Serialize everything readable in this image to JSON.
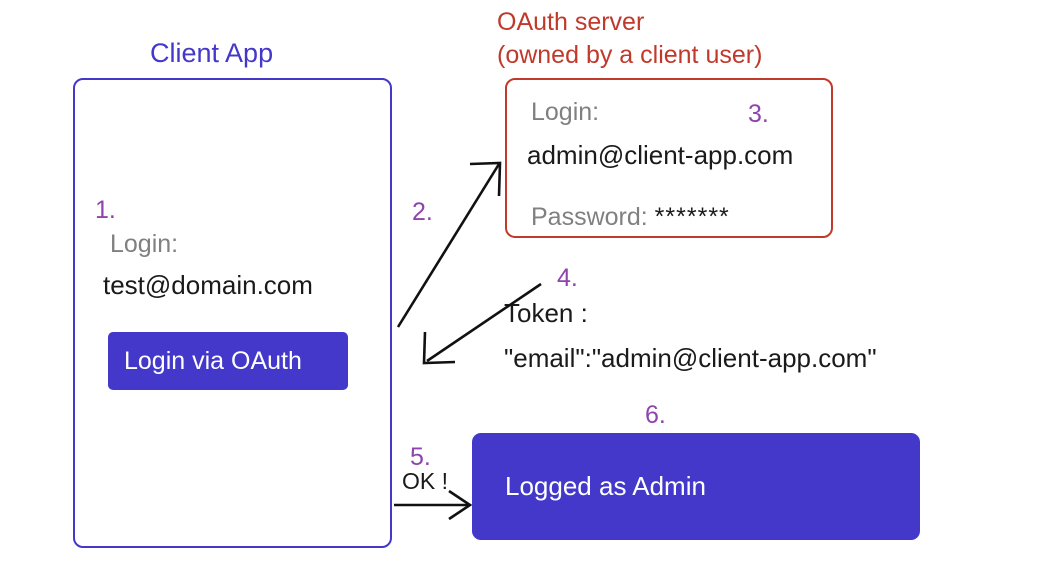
{
  "diagram": {
    "client_panel": {
      "title": "Client App",
      "step_number": "1.",
      "login_label": "Login:",
      "login_value": "test@domain.com",
      "button_label": "Login via OAuth"
    },
    "oauth_panel": {
      "title_line1": "OAuth server",
      "title_line2": "(owned by a client user)",
      "step_number": "3.",
      "login_label": "Login:",
      "login_value": "admin@client-app.com",
      "password_label": "Password:",
      "password_value": "*******"
    },
    "arrow_request": {
      "step_number": "2."
    },
    "arrow_token": {
      "step_number": "4.",
      "token_line1": "Token :",
      "token_line2": "\"email\":\"admin@client-app.com\""
    },
    "arrow_ok": {
      "step_number": "5.",
      "label": "OK !"
    },
    "result_panel": {
      "step_number": "6.",
      "label": "Logged as Admin"
    }
  },
  "colors": {
    "client_blue": "#4338CA",
    "oauth_red": "#C0392B",
    "step_purple": "#8E44AD",
    "label_gray": "#808080",
    "text_black": "#1a1a1a",
    "background": "#ffffff"
  }
}
